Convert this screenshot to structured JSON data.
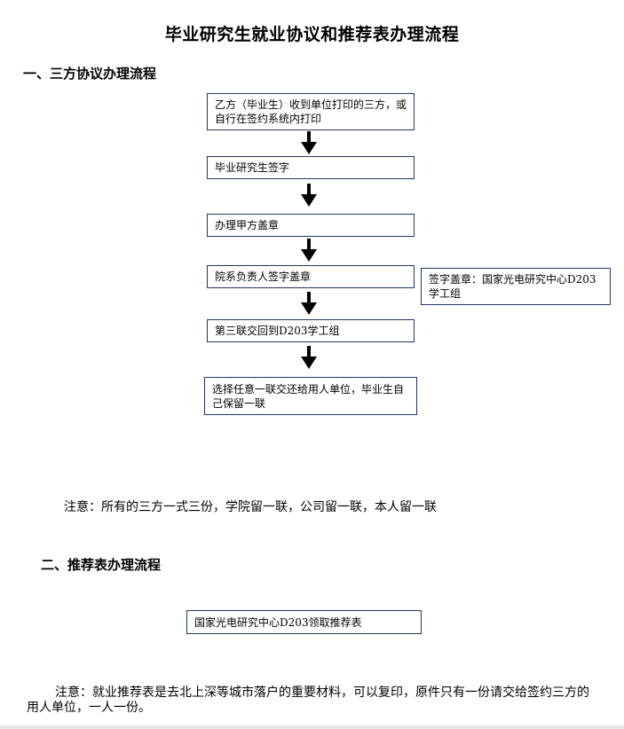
{
  "document": {
    "title": "毕业研究生就业协议和推荐表办理流程"
  },
  "section1": {
    "heading": "一、三方协议办理流程",
    "steps": [
      "乙方（毕业生）收到单位打印的三方，或自行在签约系统内打印",
      "毕业研究生签字",
      "办理甲方盖章",
      "院系负责人签字盖章",
      "第三联交回到D203学工组",
      "选择任意一联交还给用人单位，毕业生自己保留一联"
    ],
    "side_note": "签字盖章：国家光电研究中心D203学工组",
    "note": "注意：所有的三方一式三份，学院留一联，公司留一联，本人留一联"
  },
  "section2": {
    "heading": "二、推荐表办理流程",
    "steps": [
      "国家光电研究中心D203领取推荐表"
    ],
    "note": "注意：就业推荐表是去北上深等城市落户的重要材料，可以复印，原件只有一份请交给签约三方的用人单位，一人一份。"
  },
  "icons": {
    "flow_arrow": "arrow-down-icon"
  },
  "colors": {
    "box_border": "#1f3864",
    "text": "#000000",
    "background": "#ffffff"
  }
}
